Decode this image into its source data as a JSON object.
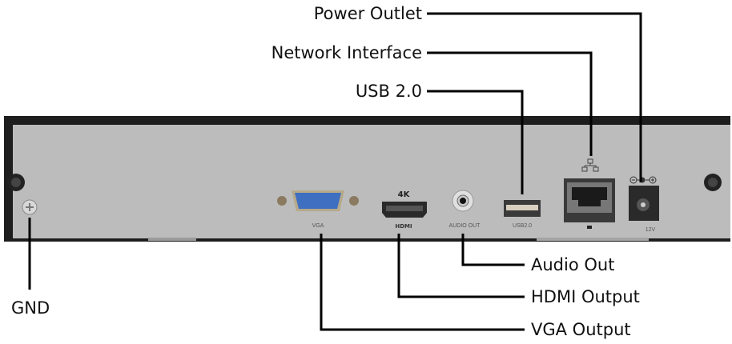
{
  "callouts": {
    "power": "Power Outlet",
    "network": "Network Interface",
    "usb": "USB 2.0",
    "audio": "Audio Out",
    "hdmi": "HDMI Output",
    "vga": "VGA Output",
    "gnd": "GND"
  },
  "panel_labels": {
    "vga": "VGA",
    "hdmi_4k": "4K",
    "hdmi": "HDMI",
    "audio": "AUDIO OUT",
    "usb": "USB2.0",
    "power": "12V"
  },
  "colors": {
    "panel": "#bcbcbc",
    "frame": "#1e1e1e",
    "vga_port": "#3f6fc0",
    "line": "#000000"
  }
}
